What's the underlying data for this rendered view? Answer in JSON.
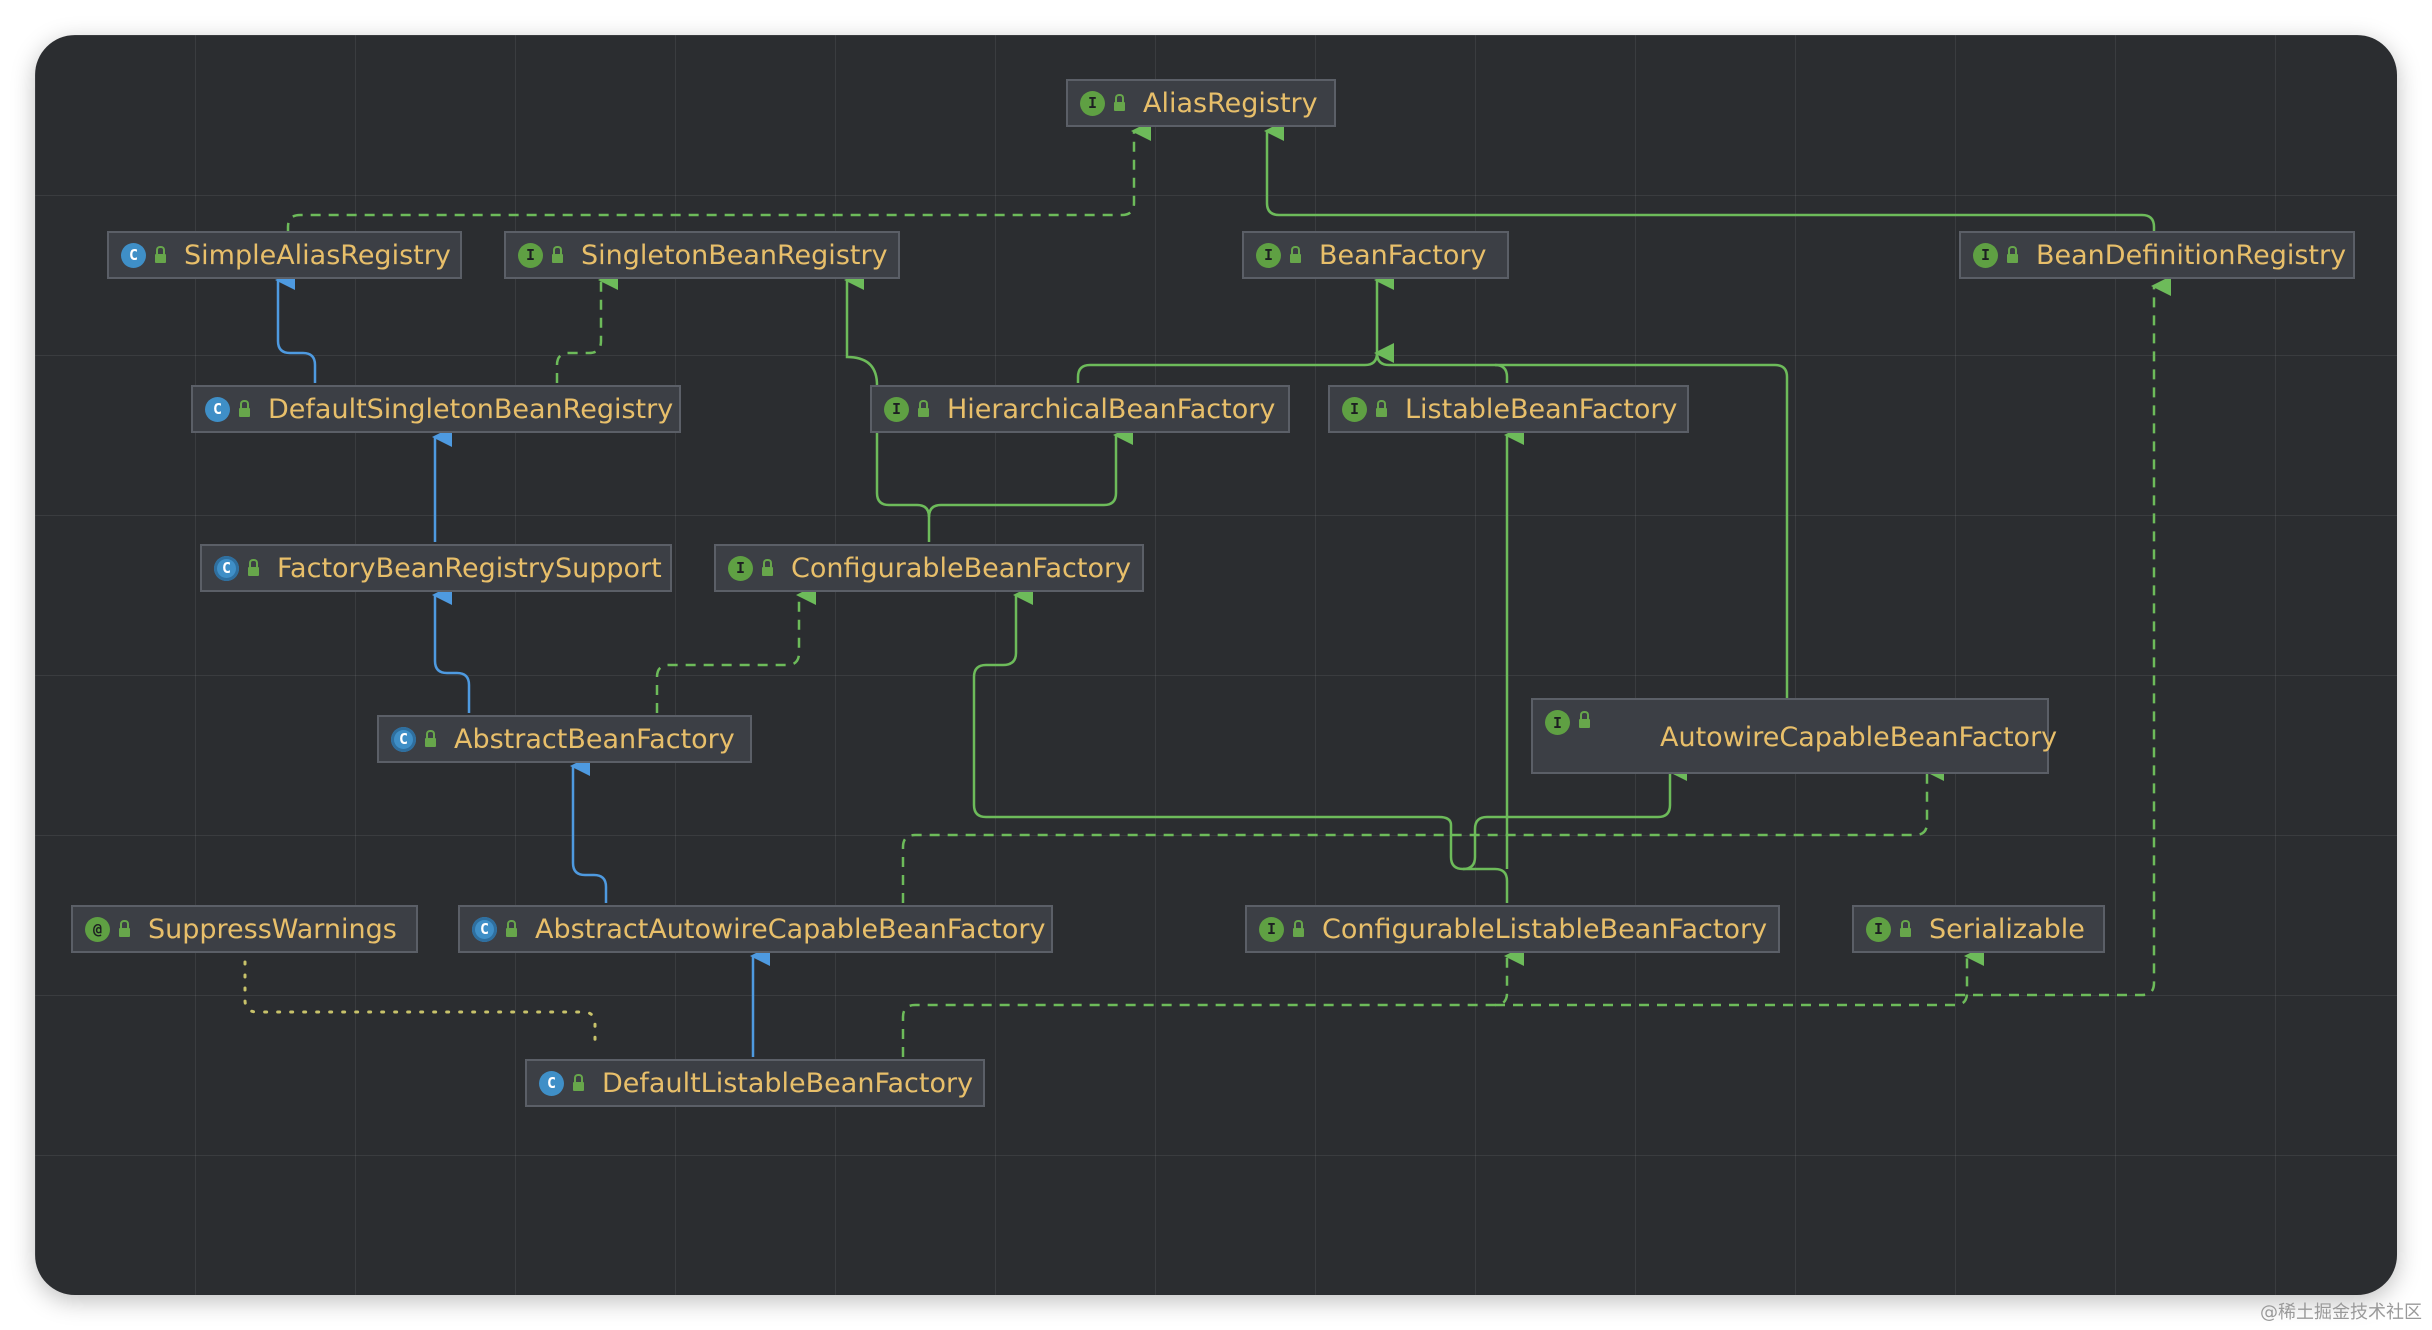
{
  "nodes": {
    "alias_registry": {
      "name": "AliasRegistry",
      "kind": "I"
    },
    "simple_alias_registry": {
      "name": "SimpleAliasRegistry",
      "kind": "C"
    },
    "singleton_bean_registry": {
      "name": "SingletonBeanRegistry",
      "kind": "I"
    },
    "bean_factory": {
      "name": "BeanFactory",
      "kind": "I"
    },
    "bean_definition_registry": {
      "name": "BeanDefinitionRegistry",
      "kind": "I"
    },
    "default_singleton_bean_registry": {
      "name": "DefaultSingletonBeanRegistry",
      "kind": "C"
    },
    "hierarchical_bean_factory": {
      "name": "HierarchicalBeanFactory",
      "kind": "I"
    },
    "listable_bean_factory": {
      "name": "ListableBeanFactory",
      "kind": "I"
    },
    "factory_bean_registry_support": {
      "name": "FactoryBeanRegistrySupport",
      "kind": "C"
    },
    "configurable_bean_factory": {
      "name": "ConfigurableBeanFactory",
      "kind": "I"
    },
    "abstract_bean_factory": {
      "name": "AbstractBeanFactory",
      "kind": "C"
    },
    "autowire_capable_bean_factory": {
      "name": "AutowireCapableBeanFactory",
      "kind": "I"
    },
    "suppress_warnings": {
      "name": "SuppressWarnings",
      "kind": "@"
    },
    "abstract_autowire_capable_bean_factory": {
      "name": "AbstractAutowireCapableBeanFactory",
      "kind": "C"
    },
    "configurable_listable_bean_factory": {
      "name": "ConfigurableListableBeanFactory",
      "kind": "I"
    },
    "serializable": {
      "name": "Serializable",
      "kind": "I"
    },
    "default_listable_bean_factory": {
      "name": "DefaultListableBeanFactory",
      "kind": "C"
    }
  },
  "edge_colors": {
    "extends": "#4e9ae0",
    "implements": "#6dbb5a",
    "annotation": "#c8c26a"
  },
  "watermark": "@稀土掘金技术社区"
}
